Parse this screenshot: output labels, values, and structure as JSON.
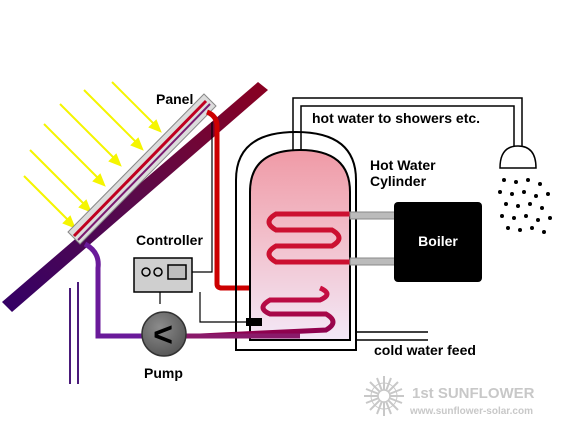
{
  "labels": {
    "panel": "Panel",
    "hot_water_line": "hot water to showers etc.",
    "cylinder_line1": "Hot Water",
    "cylinder_line2": "Cylinder",
    "boiler": "Boiler",
    "controller": "Controller",
    "pump": "Pump",
    "cold_water_feed": "cold water feed"
  },
  "pump_symbol": "<",
  "watermark": {
    "brand": "1st SUNFLOWER",
    "url": "www.sunflower-solar.com"
  },
  "colors": {
    "hot_pipe": "#cc0000",
    "cold_pipe": "#440066",
    "roof_top": "#880022",
    "roof_bottom": "#330066",
    "sun_rays": "#f5f500",
    "cylinder_top": "#f0a0a8",
    "cylinder_bottom": "#f4e8f8",
    "boiler": "#000000",
    "pump": "#6a6a6a",
    "controller": "#cccccc"
  },
  "icons": [
    "sun-ray-icon",
    "shower-head-icon",
    "sunflower-logo-icon"
  ]
}
